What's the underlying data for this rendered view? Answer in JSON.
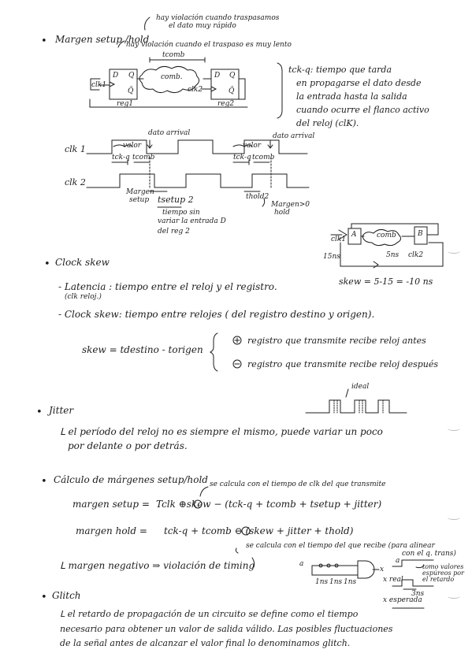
{
  "notes": {
    "setup_hold": {
      "title": "Margen setup /hold",
      "note_transfer_fast": "hay violación cuando traspasamos",
      "note_transfer_fast_2": "el dato muy rápido",
      "note_transfer_slow": "hay violación cuando el traspaso es muy lento",
      "label_tcomb": "tcomb",
      "label_comb": "comb.",
      "reg1_d": "D",
      "reg1_q": "Q",
      "reg1_qbar": "Q̄",
      "reg2_d": "D",
      "reg2_q": "Q",
      "reg2_qbar": "Q̄",
      "clk1_label": "clk1",
      "clk2_label": "clk2",
      "reg1_label": "reg1",
      "reg2_label": "reg2",
      "tckq_def_1": "tck-q: tiempo que tarda",
      "tckq_def_2": "en propagarse el dato desde",
      "tckq_def_3": "la entrada hasta la salida",
      "tckq_def_4": "cuando ocurre el flanco activo",
      "tckq_def_5": "del reloj (clK).",
      "timing_clk1": "clk 1",
      "timing_clk2": "clk 2",
      "dato_arrival_1": "dato arrival",
      "dato_arrival_2": "dato arrival",
      "valor_1": "valor",
      "valor_2": "valor",
      "tckq_1": "tck-q",
      "tcomb_1": "tcomb",
      "tckq_2": "tck-q",
      "tcomb_2": "tcomb",
      "margen_setup_1": "Margen",
      "margen_setup_2": "setup",
      "tsetup2": "tsetup 2",
      "thold2": "thold2",
      "margen_hold_1": "Margen>0",
      "margen_hold_2": "hold",
      "tiempo_sin_1": "tiempo sin",
      "tiempo_sin_2": "variar la entrada D",
      "tiempo_sin_3": "del reg 2"
    },
    "clock_skew": {
      "title": "Clock skew",
      "latencia": "- Latencia :  tiempo entre el reloj y el registro.",
      "latencia_sub": "(clk reloj.)",
      "clock_skew_def": "- Clock skew: tiempo entre relojes ( del registro destino y origen).",
      "formula": "skew = tdestino - torigen",
      "plus_case": "registro que transmite recibe reloj antes",
      "minus_case": "registro que transmite recibe reloj después",
      "diagram_a": "A",
      "diagram_b": "B",
      "diagram_comb": "comb",
      "diagram_clk1": "clk1",
      "diagram_clk2": "clk2",
      "diagram_15ns": "15ns",
      "diagram_5ns": "5ns",
      "skew_value": "skew = 5-15 = -10 ns"
    },
    "jitter": {
      "title": "Jitter",
      "ideal": "ideal",
      "line1": "el período del reloj no es siempre el mismo, puede variar un poco",
      "line2": "por delante o por detrás."
    },
    "margenes": {
      "title": "Cálculo de márgenes setup/hold",
      "note_transmit": "se calcula con el tiempo de clk del que transmite",
      "setup_lhs": "margen setup =",
      "setup_rhs": "Tclk ⊕skew − (tck-q + tcomb + tsetup + jitter)",
      "hold_lhs": "margen hold =",
      "hold_rhs": "tck-q + tcomb ⊖ (skew + jitter + thold)",
      "note_receive": "se calcula con el tiempo del que recibe (para alinear",
      "note_receive_2": "con el q. trans)",
      "negative": "margen negativo ⇒ violación de timing",
      "g_a": "a",
      "g_x": "x",
      "g_1ns_a": "1ns",
      "g_1ns_b": "1ns",
      "g_1ns_c": "1ns",
      "g_a2": "a",
      "g_x_real": "x real",
      "g_x_esp": "x esperada",
      "g_3ns": "3ns",
      "g_note": "tomo valores espúreos por el retardo"
    },
    "glitch": {
      "title": "Glitch",
      "line1": "el retardo de propagación de un circuito se define como el tiempo",
      "line2": "necesario para obtener un valor de salida válido. Las posibles fluctuaciones",
      "line3": "de la señal antes de alcanzar el valor final lo denominamos glitch."
    }
  }
}
